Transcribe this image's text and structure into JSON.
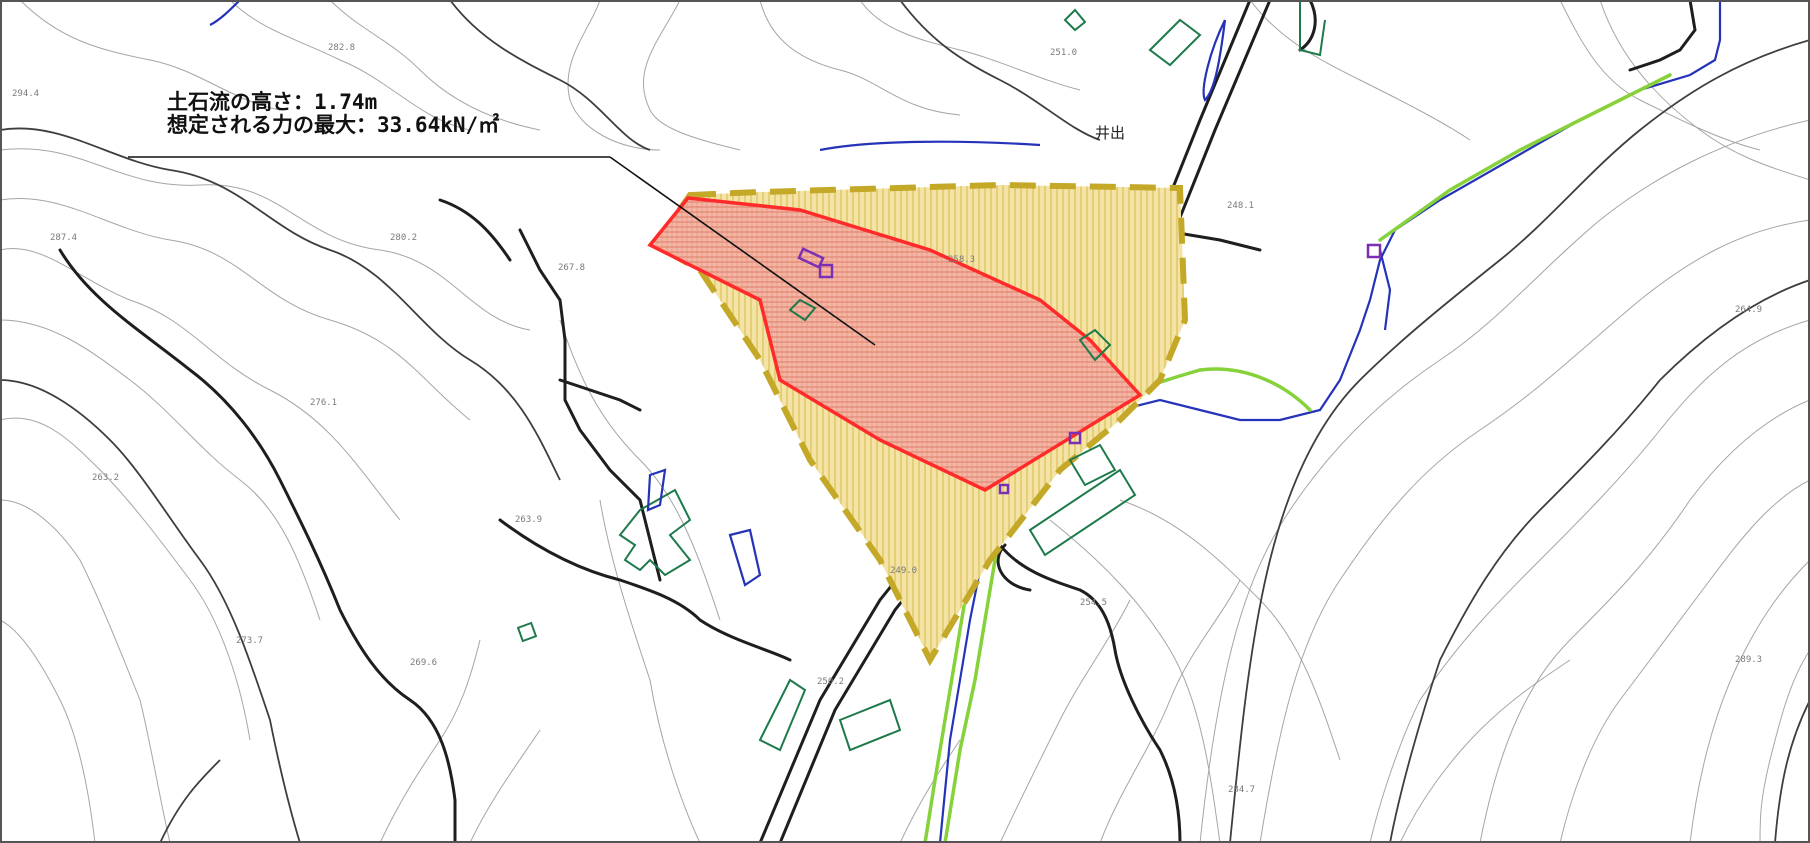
{
  "annotation": {
    "line1": "土石流の高さ：1.74m",
    "line2": "想定される力の最大：33.64kN/㎡"
  },
  "place_names": [
    "井出"
  ],
  "elevations": [
    "294.4",
    "282.8",
    "287.4",
    "280.2",
    "267.8",
    "276.1",
    "263.2",
    "263.9",
    "273.7",
    "269.6",
    "250.2",
    "249.0",
    "254.5",
    "251.0",
    "248.1",
    "258.3",
    "289.3",
    "264.9",
    "284.7"
  ],
  "colors": {
    "special_zone_fill": "#f4b6a4",
    "special_zone_stroke": "#ff2a2a",
    "warning_zone_fill": "#f3e4a6",
    "warning_zone_stroke": "#c4a828",
    "roads": "#1e1e1e",
    "water": "#2433b8",
    "embankment": "#86d23a",
    "buildings": "#1e7a4a",
    "facilities": "#7b2fb5",
    "contours": "#9c9c9c"
  }
}
